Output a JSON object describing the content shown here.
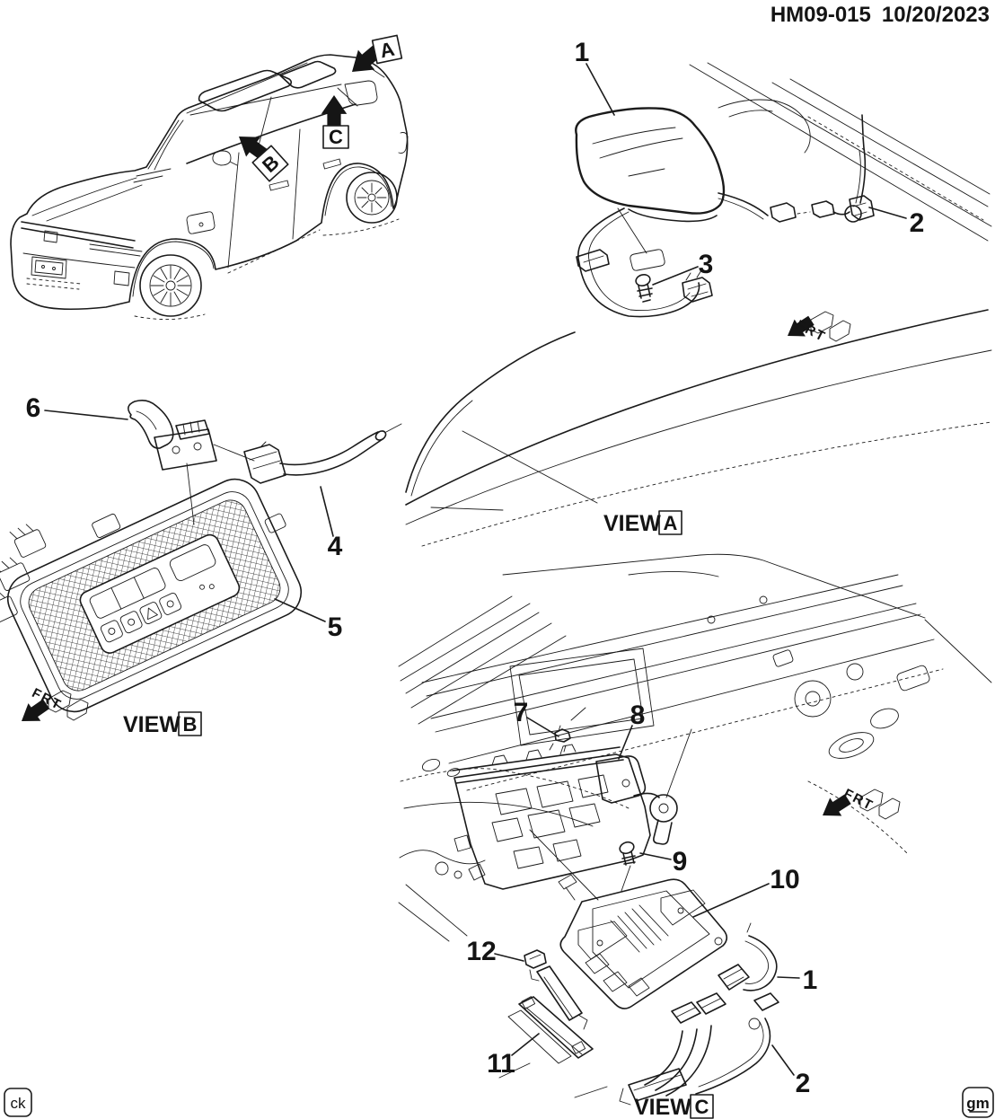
{
  "document": {
    "number": "HM09-015",
    "date": "10/20/2023"
  },
  "corner_marks": {
    "left": "ck",
    "right": "gm"
  },
  "direction_indicator": {
    "label": "FRT"
  },
  "view_word": "VIEW",
  "views": {
    "a": "A",
    "b": "B",
    "c": "C"
  },
  "vehicle_arrows": {
    "a": "A",
    "b": "B",
    "c": "C"
  },
  "callouts": {
    "antenna": "1",
    "antenna_connector": "2",
    "antenna_mount_screw": "3",
    "visor_rod": "4",
    "overhead_console": "5",
    "visor_clip": "6",
    "retainer_clip": "7",
    "mounting_bracket": "8",
    "bracket_screw": "9",
    "comm_module": "10",
    "module_strap": "11",
    "module_clip": "12",
    "harness_antenna": "1",
    "harness_connector": "2"
  }
}
